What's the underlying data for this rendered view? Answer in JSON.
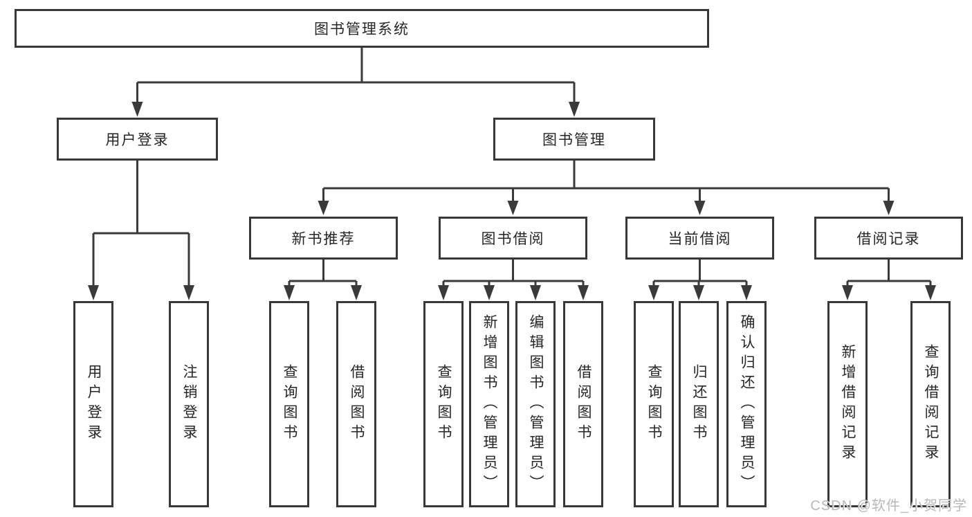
{
  "colors": {
    "line": "#3a3a3a",
    "box_border": "#383838",
    "text": "#262626",
    "background": "#ffffff",
    "watermark": "#b8b8b8"
  },
  "tree": {
    "root": {
      "label": "图书管理系统"
    },
    "level2": [
      {
        "label": "用户登录"
      },
      {
        "label": "图书管理"
      }
    ],
    "level3": [
      {
        "label": "新书推荐"
      },
      {
        "label": "图书借阅"
      },
      {
        "label": "当前借阅"
      },
      {
        "label": "借阅记录"
      }
    ],
    "leaves": [
      {
        "label": "用户登录"
      },
      {
        "label": "注销登录"
      },
      {
        "label": "查询图书"
      },
      {
        "label": "借阅图书"
      },
      {
        "label": "查询图书"
      },
      {
        "label": "新增图书（管理员）"
      },
      {
        "label": "编辑图书（管理员）"
      },
      {
        "label": "借阅图书"
      },
      {
        "label": "查询图书"
      },
      {
        "label": "归还图书"
      },
      {
        "label": "确认归还（管理员）"
      },
      {
        "label": "新增借阅记录"
      },
      {
        "label": "查询借阅记录"
      }
    ]
  },
  "watermark": {
    "text": "CSDN @软件_小贺同学"
  }
}
